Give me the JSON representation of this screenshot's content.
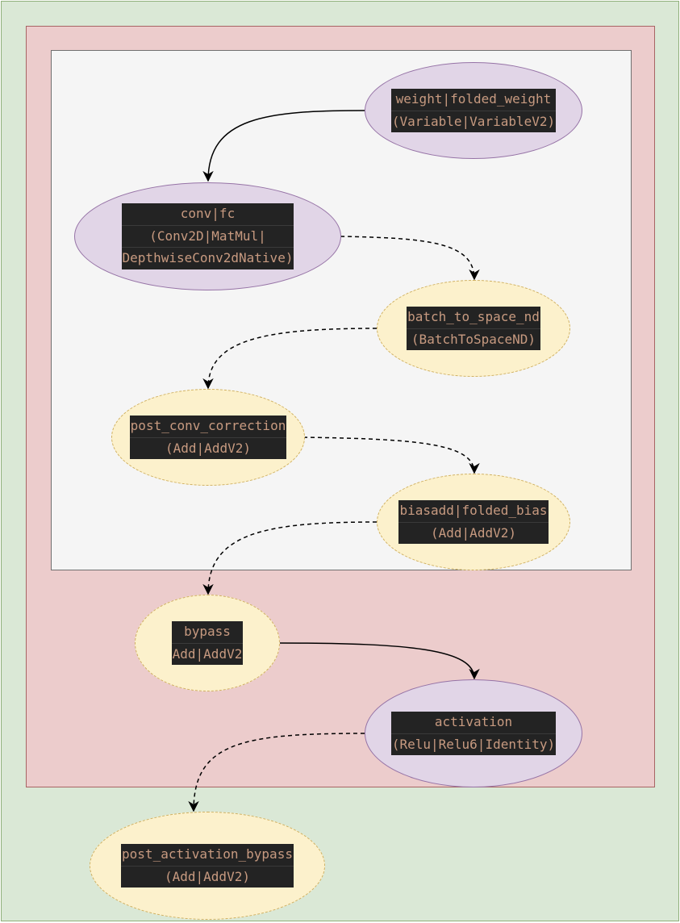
{
  "diagram": {
    "nodes": {
      "weight": {
        "lines": [
          "weight|folded_weight",
          "(Variable|VariableV2)"
        ]
      },
      "conv": {
        "lines": [
          "conv|fc",
          "(Conv2D|MatMul|",
          "DepthwiseConv2dNative)"
        ]
      },
      "batch_to_space": {
        "lines": [
          "batch_to_space_nd",
          "(BatchToSpaceND)"
        ]
      },
      "post_conv_correction": {
        "lines": [
          "post_conv_correction",
          "(Add|AddV2)"
        ]
      },
      "biasadd": {
        "lines": [
          "biasadd|folded_bias",
          "(Add|AddV2)"
        ]
      },
      "bypass": {
        "lines": [
          "bypass",
          "Add|AddV2"
        ]
      },
      "activation": {
        "lines": [
          "activation",
          "(Relu|Relu6|Identity)"
        ]
      },
      "post_activation_bypass": {
        "lines": [
          "post_activation_bypass",
          "(Add|AddV2)"
        ]
      }
    },
    "edges": [
      {
        "from": "weight",
        "to": "conv",
        "style": "solid"
      },
      {
        "from": "conv",
        "to": "batch_to_space",
        "style": "dashed"
      },
      {
        "from": "batch_to_space",
        "to": "post_conv_correction",
        "style": "dashed"
      },
      {
        "from": "post_conv_correction",
        "to": "biasadd",
        "style": "dashed"
      },
      {
        "from": "biasadd",
        "to": "bypass",
        "style": "dashed"
      },
      {
        "from": "bypass",
        "to": "activation",
        "style": "solid"
      },
      {
        "from": "activation",
        "to": "post_activation_bypass",
        "style": "dashed"
      }
    ]
  }
}
